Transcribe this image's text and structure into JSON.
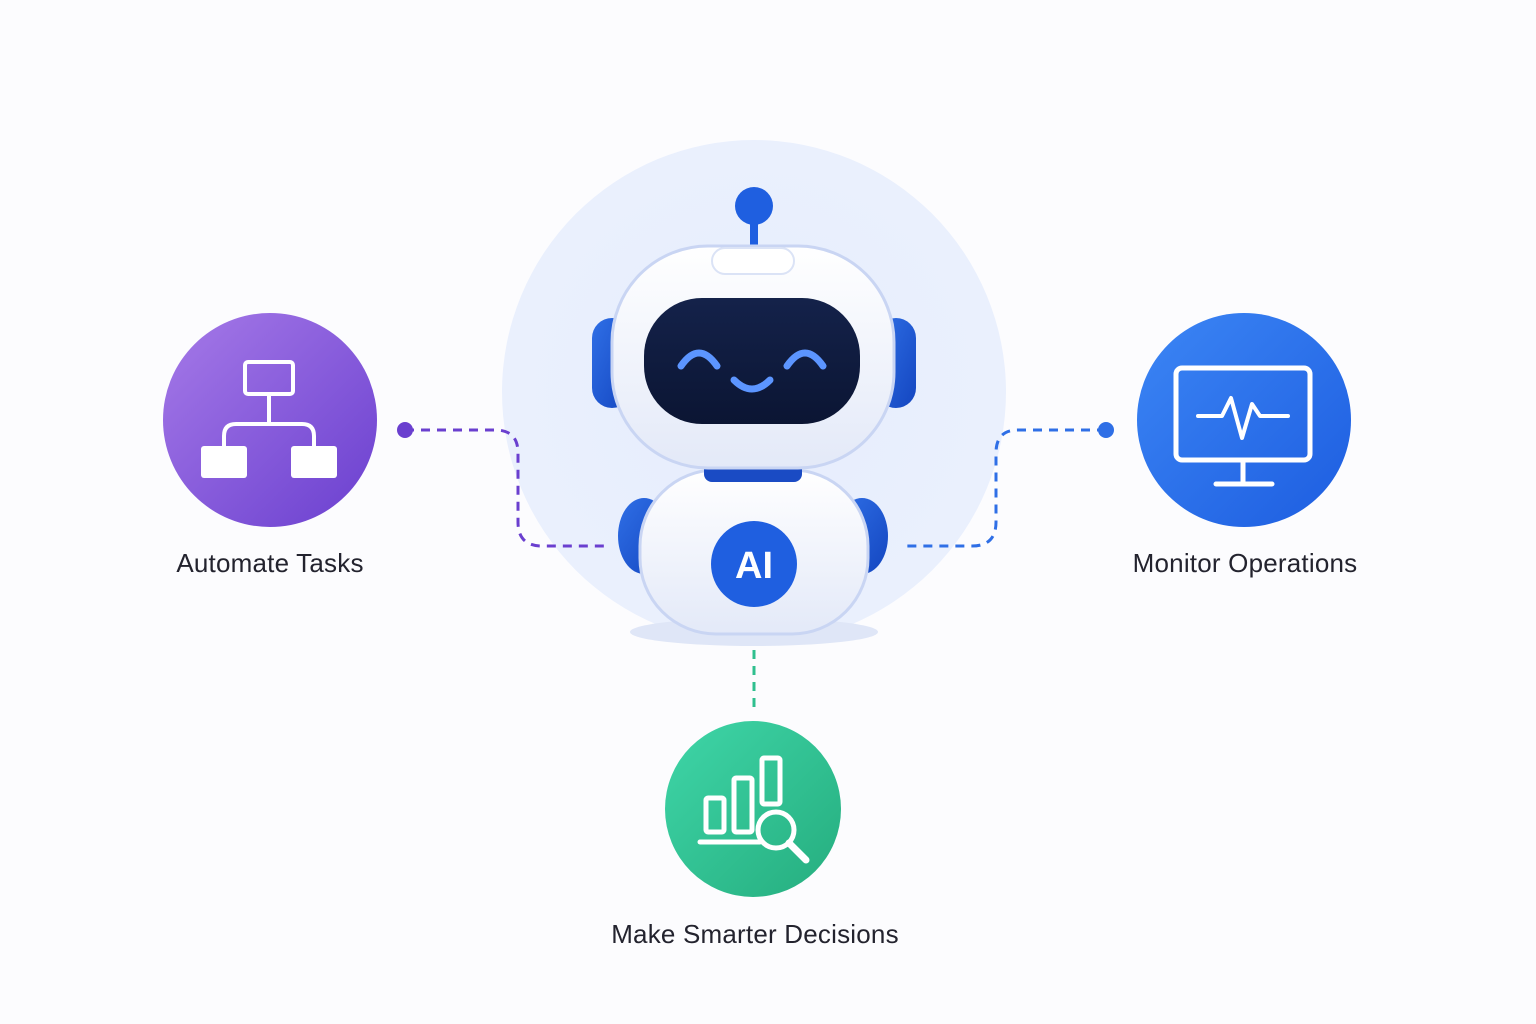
{
  "features": {
    "automate": {
      "label": "Automate Tasks",
      "color": "#7a4fd6",
      "icon": "hierarchy-icon"
    },
    "monitor": {
      "label": "Monitor Operations",
      "color": "#2f6fe6",
      "icon": "monitor-pulse-icon"
    },
    "decisions": {
      "label": "Make Smarter Decisions",
      "color": "#2fbf8f",
      "icon": "chart-search-icon"
    }
  },
  "robot": {
    "badge": "AI",
    "accent": "#1f5fe0"
  }
}
